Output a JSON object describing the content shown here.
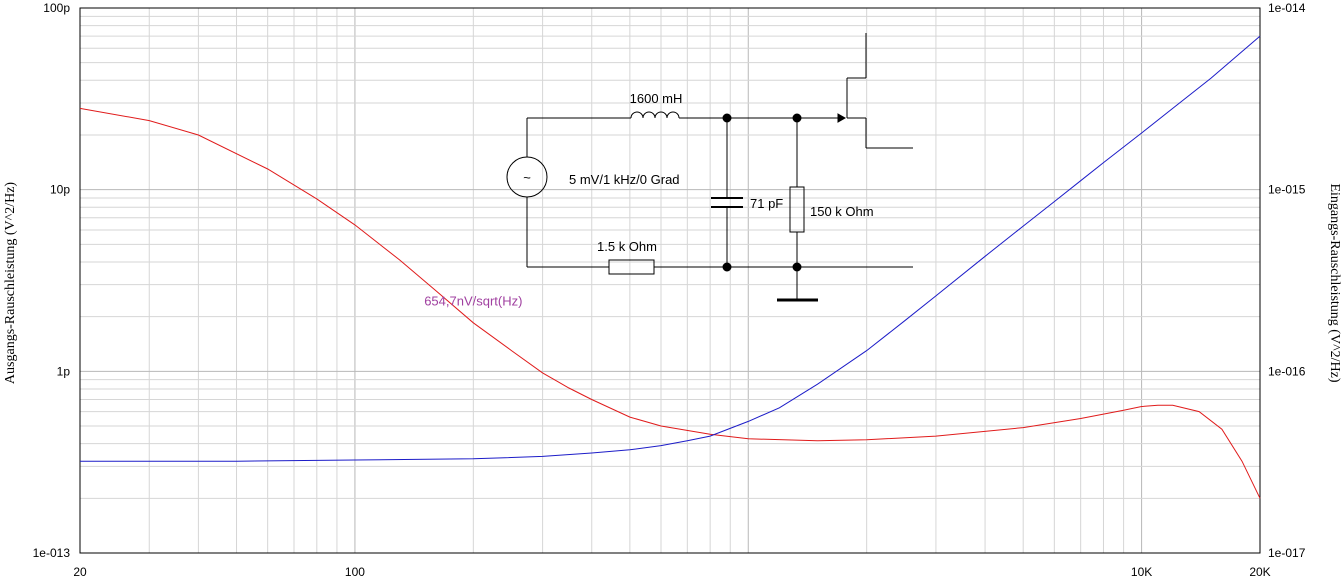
{
  "chart_data": {
    "type": "line",
    "x_scale": "log",
    "xlim": [
      20,
      20000
    ],
    "x_ticks": [
      {
        "value": 20,
        "label": "20"
      },
      {
        "value": 100,
        "label": "100"
      },
      {
        "value": 10000,
        "label": "10K"
      },
      {
        "value": 20000,
        "label": "20K"
      }
    ],
    "left_axis": {
      "label": "Ausgangs-Rauschleistung (V^2/Hz)",
      "scale": "log",
      "ylim": [
        1e-13,
        1e-10
      ],
      "ticks": [
        {
          "value": 1e-13,
          "label": "1e-013"
        },
        {
          "value": 1e-12,
          "label": "1p"
        },
        {
          "value": 1e-11,
          "label": "10p"
        },
        {
          "value": 1e-10,
          "label": "100p"
        }
      ]
    },
    "right_axis": {
      "label": "Eingangs-Rauschleistung (V^2/Hz)",
      "scale": "log",
      "ylim": [
        1e-17,
        1e-14
      ],
      "ticks": [
        {
          "value": 1e-17,
          "label": "1e-017"
        },
        {
          "value": 1e-16,
          "label": "1e-016"
        },
        {
          "value": 1e-15,
          "label": "1e-015"
        },
        {
          "value": 1e-14,
          "label": "1e-014"
        }
      ]
    },
    "grid": true,
    "series": [
      {
        "axis": "right",
        "color": "#e01b1b",
        "x": [
          20,
          30,
          40,
          60,
          80,
          100,
          130,
          160,
          200,
          250,
          300,
          350,
          400,
          500,
          600,
          800,
          1000,
          1500,
          2000,
          3000,
          5000,
          7000,
          9000,
          10000,
          11000,
          12000,
          14000,
          16000,
          18000,
          20000
        ],
        "y": [
          2.8e-15,
          2.4e-15,
          2e-15,
          1.3e-15,
          8.9e-16,
          6.4e-16,
          4.1e-16,
          2.8e-16,
          1.85e-16,
          1.3e-16,
          9.8e-17,
          8.1e-17,
          7e-17,
          5.6e-17,
          5e-17,
          4.5e-17,
          4.25e-17,
          4.15e-17,
          4.2e-17,
          4.4e-17,
          4.9e-17,
          5.5e-17,
          6.1e-17,
          6.4e-17,
          6.5e-17,
          6.5e-17,
          6e-17,
          4.8e-17,
          3.2e-17,
          2e-17
        ]
      },
      {
        "axis": "left",
        "color": "#1c1cc8",
        "x": [
          20,
          50,
          100,
          200,
          300,
          400,
          500,
          600,
          700,
          800,
          1000,
          1200,
          1500,
          2000,
          2500,
          3000,
          4000,
          5000,
          6000,
          7000,
          8000,
          10000,
          12000,
          15000,
          20000
        ],
        "y": [
          3.2e-13,
          3.2e-13,
          3.25e-13,
          3.3e-13,
          3.4e-13,
          3.55e-13,
          3.7e-13,
          3.9e-13,
          4.15e-13,
          4.4e-13,
          5.3e-13,
          6.3e-13,
          8.5e-13,
          1.3e-12,
          1.9e-12,
          2.6e-12,
          4.3e-12,
          6.3e-12,
          8.6e-12,
          1.12e-11,
          1.41e-11,
          2.05e-11,
          2.8e-11,
          4.1e-11,
          7e-11
        ]
      }
    ],
    "annotations": [
      {
        "text": "654,7nV/sqrt(Hz)",
        "x": 150,
        "y": 2.3e-12,
        "axis": "left",
        "color": "#a040a0"
      }
    ]
  },
  "circuit": {
    "inductor": "1600 mH",
    "source": "5 mV/1 kHz/0 Grad",
    "capacitor": "71 pF",
    "resistor_shunt": "150 k Ohm",
    "resistor_series": "1.5 k Ohm",
    "source_symbol": "~"
  }
}
